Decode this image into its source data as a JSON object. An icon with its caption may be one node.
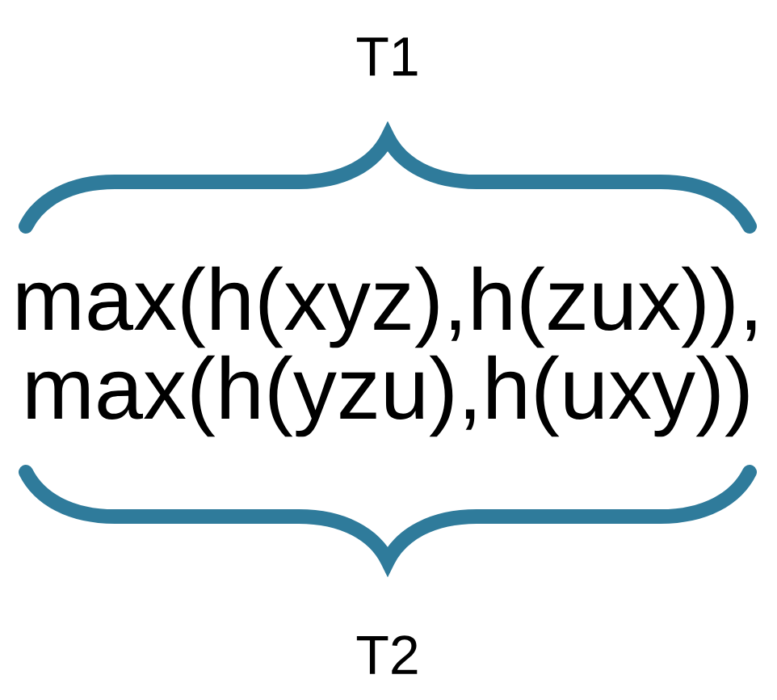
{
  "diagram": {
    "labels": [
      "T1",
      "max(h(xyz),h(zux)),",
      "max(h(yzu),h(uxy))",
      "T2"
    ]
  }
}
